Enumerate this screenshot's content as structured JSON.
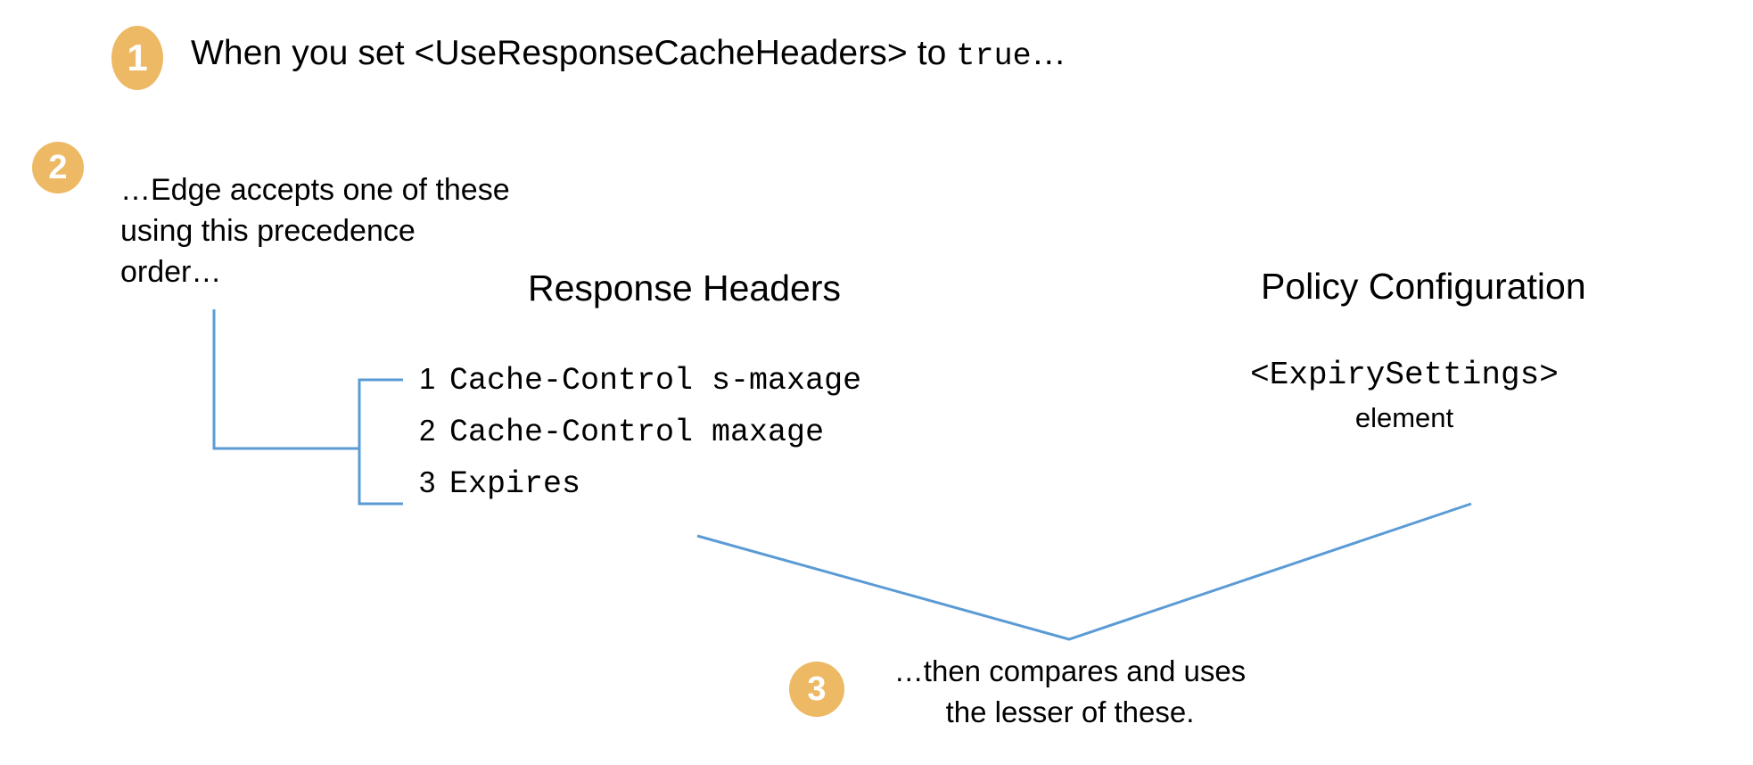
{
  "theme": {
    "background": "#ffffff",
    "badge_fill": "#edb965",
    "badge_text": "#ffffff",
    "connector_line": "#5b9bd5",
    "text_color": "#000000"
  },
  "steps": [
    {
      "number": "1",
      "text_prefix": "When you set <UseResponseCacheHeaders> to ",
      "text_mono": "true",
      "text_suffix": "…"
    },
    {
      "number": "2",
      "text": "…Edge accepts one of these\nusing this precedence\norder…"
    },
    {
      "number": "3",
      "text": "…then compares and uses\nthe lesser of these."
    }
  ],
  "columns": {
    "response_headers": {
      "heading": "Response Headers",
      "items": [
        {
          "rank": "1",
          "name": "Cache-Control s-maxage"
        },
        {
          "rank": "2",
          "name": "Cache-Control maxage"
        },
        {
          "rank": "3",
          "name": "Expires"
        }
      ]
    },
    "policy_configuration": {
      "heading": "Policy Configuration",
      "element_name": "<ExpirySettings>",
      "element_word": "element"
    }
  },
  "connectors": {
    "precedence_bracket": "elbow-and-bracket joining step-2 note to the ranked response header list",
    "comparison_v": "v-shaped line joining the response header list and the policy configuration element down to step 3"
  }
}
